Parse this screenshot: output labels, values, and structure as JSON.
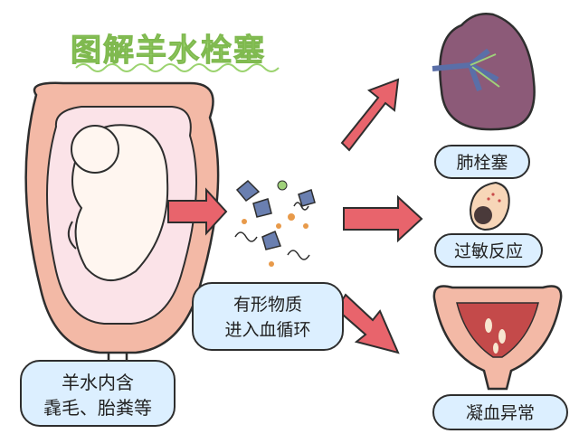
{
  "title": "图解羊水栓塞",
  "boxes": {
    "amniotic": {
      "line1": "羊水内含",
      "line2": "毳毛、胎粪等"
    },
    "particles": {
      "line1": "有形物质",
      "line2": "进入血循环"
    },
    "lung": "肺栓塞",
    "allergy": "过敏反应",
    "coagulation": "凝血异常"
  },
  "colors": {
    "title": "#9bd36f",
    "bubble": "#dcefff",
    "arrow": "#e8646c",
    "uterus": "#f3b9a6",
    "lung": "#8c5a78"
  },
  "icons": [
    "uterus-fetus-illustration",
    "particles-illustration",
    "lung-illustration",
    "cell-illustration",
    "uterus-illustration"
  ]
}
